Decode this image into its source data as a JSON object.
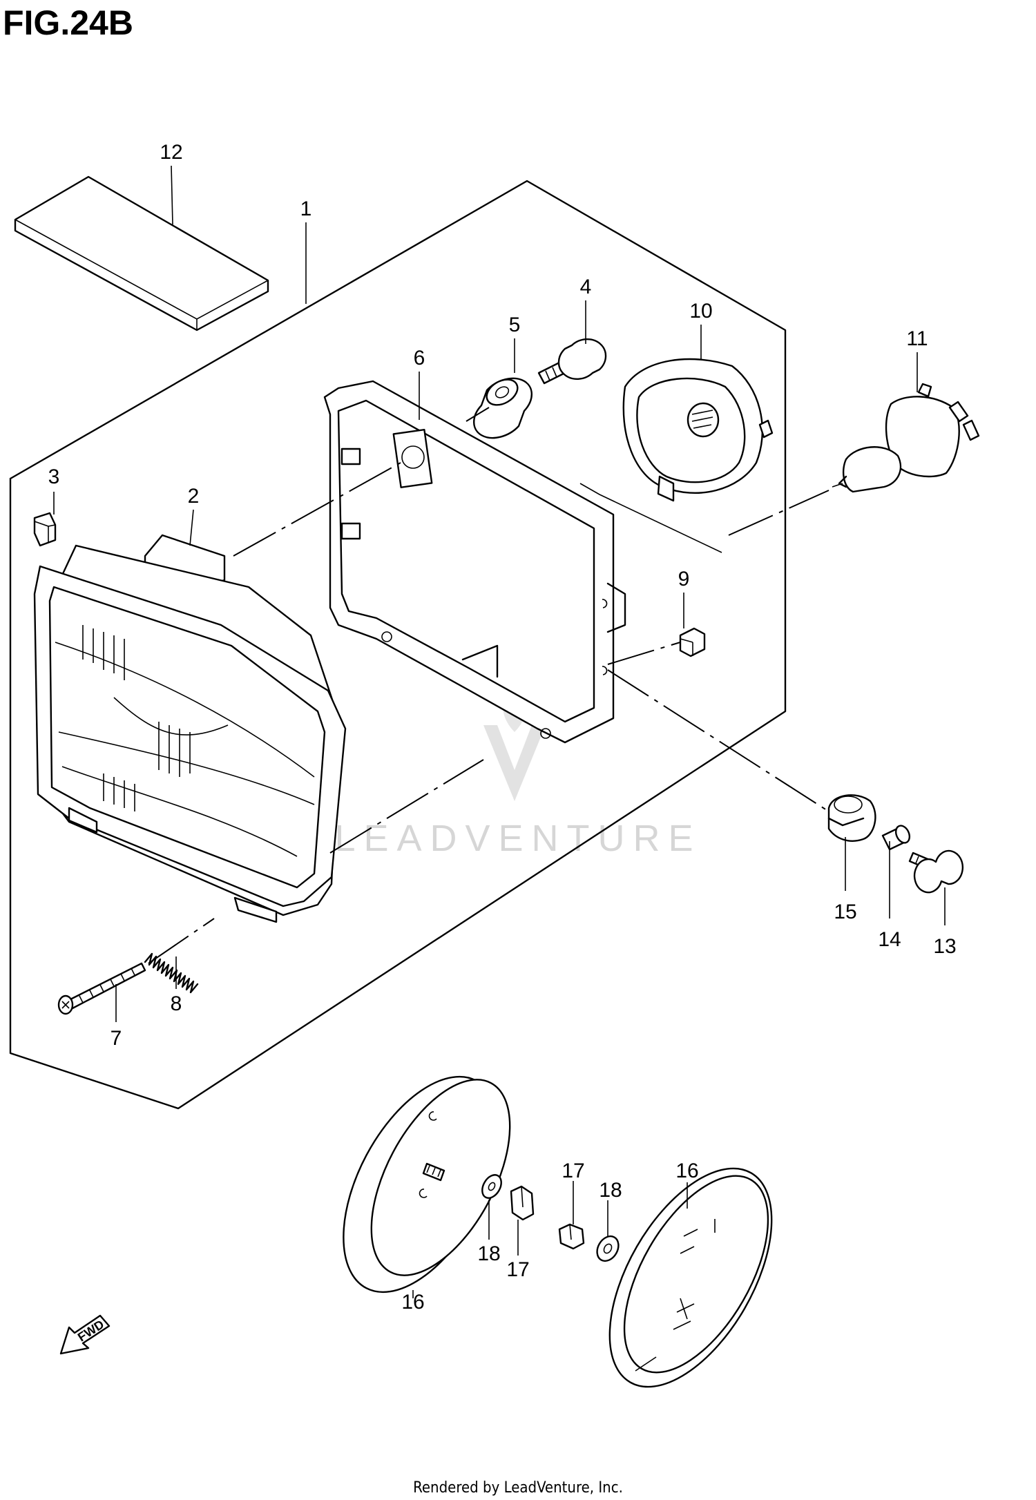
{
  "figure_title": "FIG.24B",
  "watermark": "LEADVENTURE",
  "footer": "Rendered by LeadVenture, Inc.",
  "fwd_label": "FWD",
  "callouts": {
    "c1": "1",
    "c2": "2",
    "c3": "3",
    "c4": "4",
    "c5": "5",
    "c6": "6",
    "c7": "7",
    "c8": "8",
    "c9": "9",
    "c10": "10",
    "c11": "11",
    "c12": "12",
    "c13": "13",
    "c14": "14",
    "c15": "15",
    "c16a": "16",
    "c16b": "16",
    "c17a": "17",
    "c17b": "17",
    "c18a": "18",
    "c18b": "18"
  }
}
